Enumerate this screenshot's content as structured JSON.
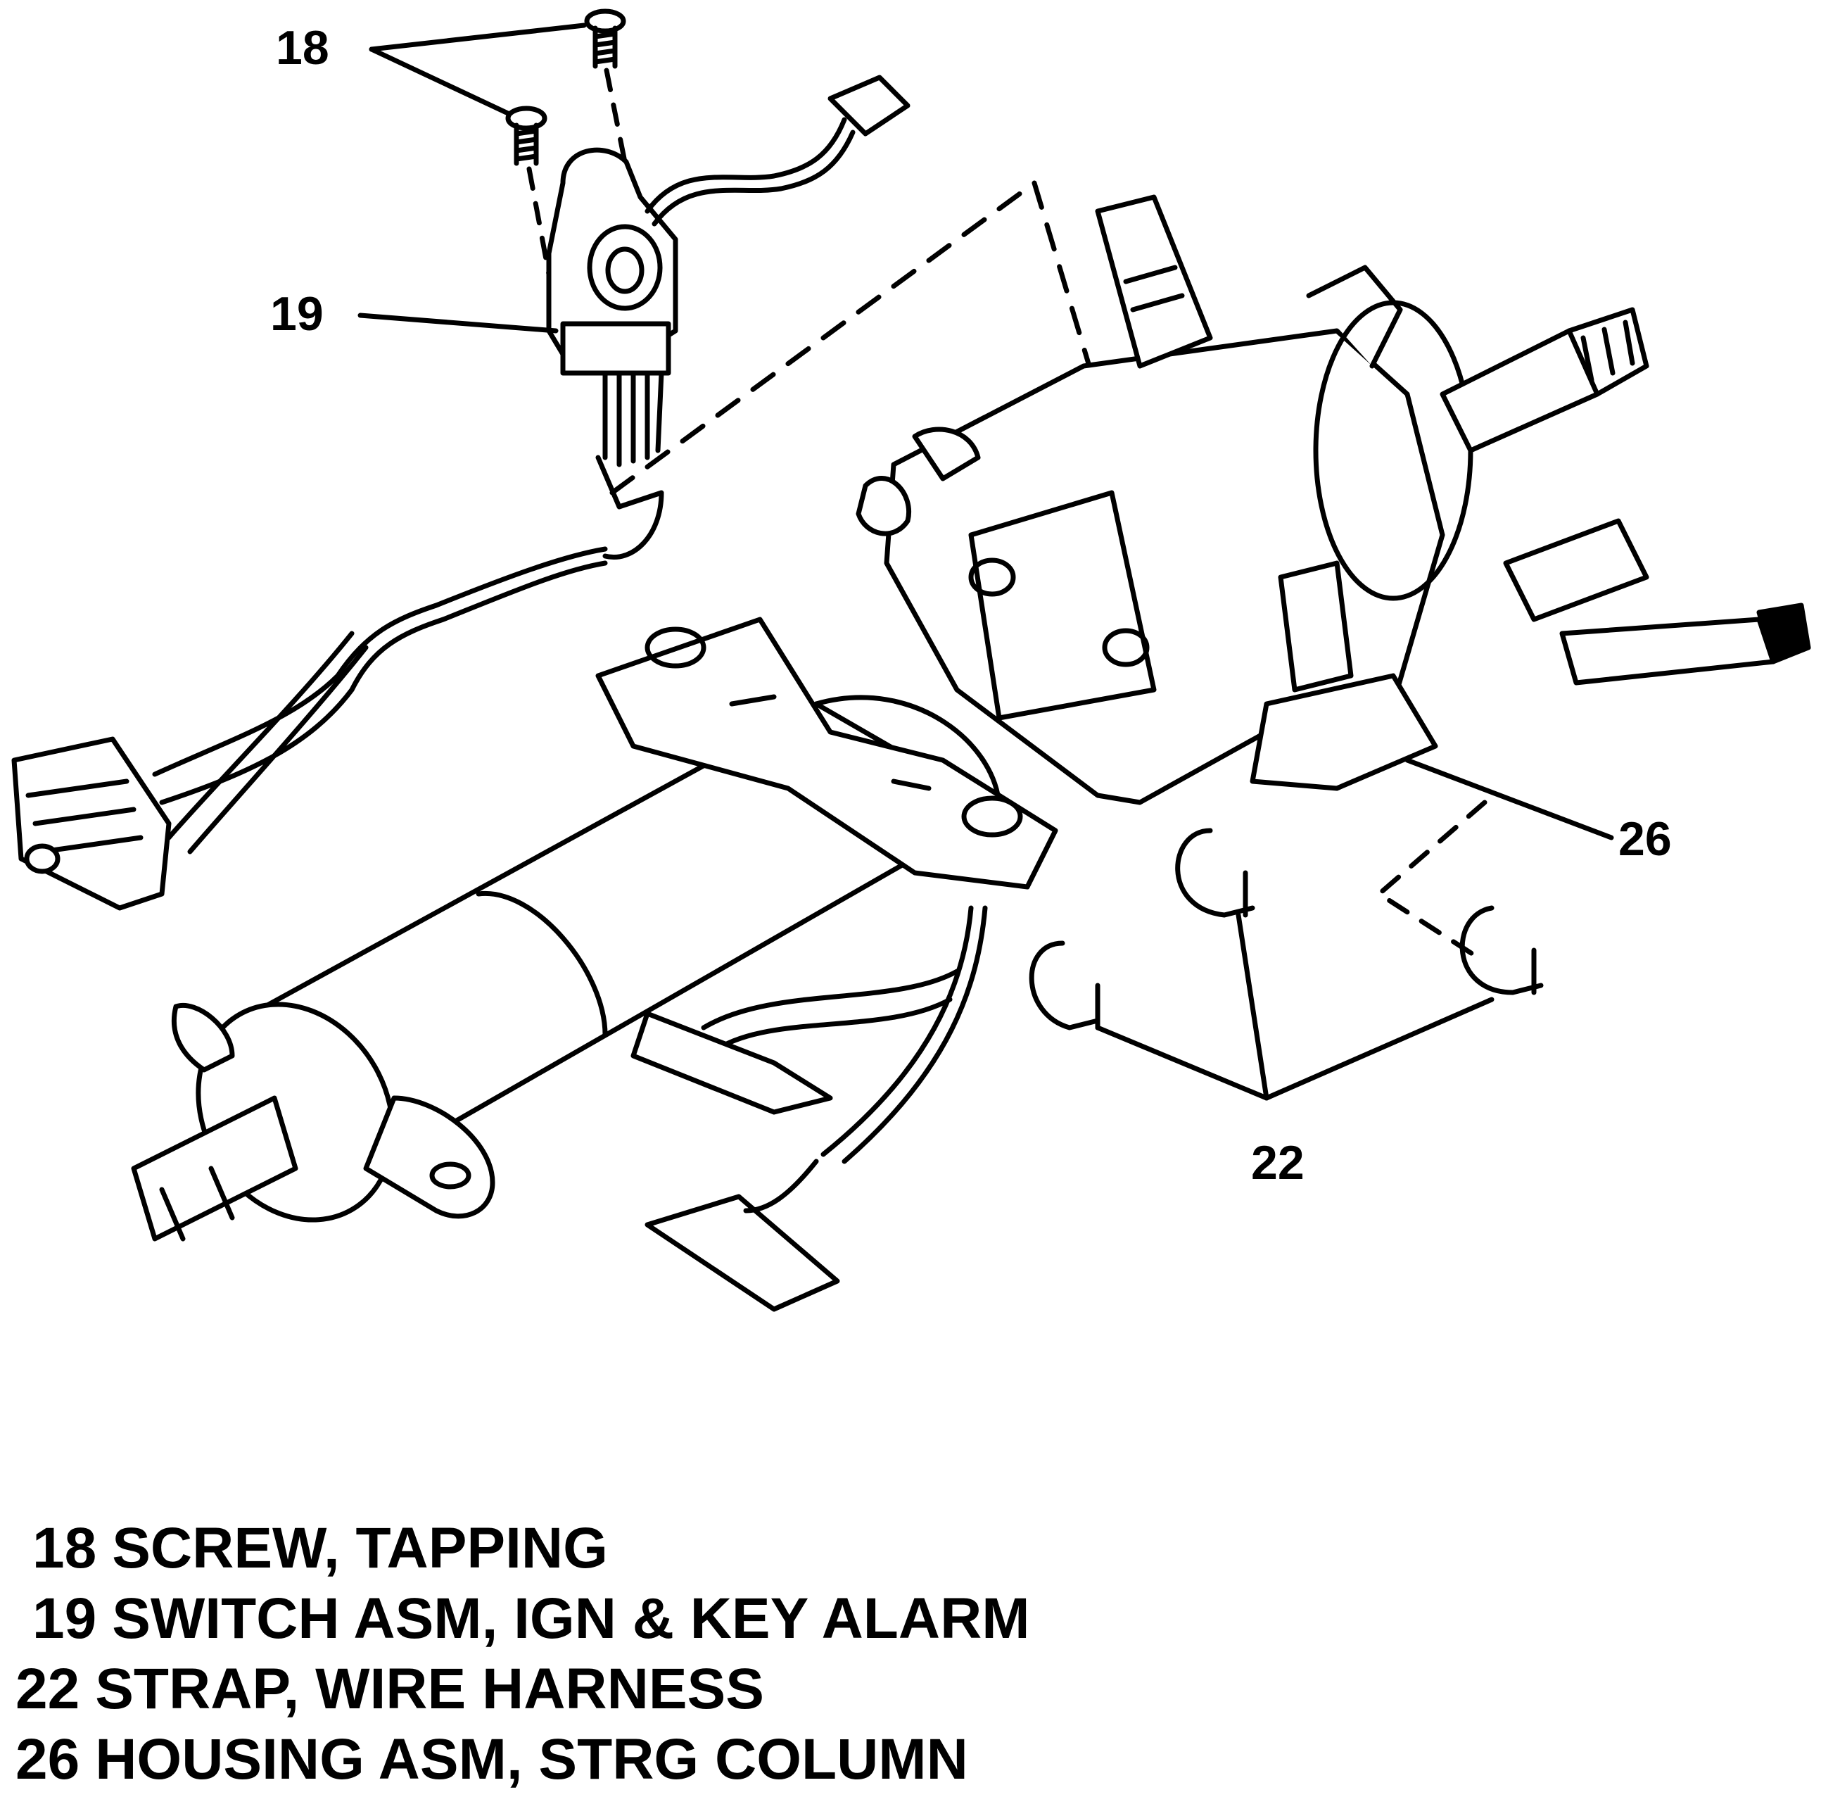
{
  "callouts": {
    "screw": "18",
    "switch": "19",
    "housing": "26",
    "strap": "22"
  },
  "legend": [
    {
      "num": "18",
      "text": "SCREW, TAPPING"
    },
    {
      "num": "19",
      "text": "SWITCH ASM, IGN & KEY ALARM"
    },
    {
      "num": "22",
      "text": "STRAP, WIRE HARNESS"
    },
    {
      "num": "26",
      "text": "HOUSING ASM, STRG COLUMN"
    }
  ]
}
